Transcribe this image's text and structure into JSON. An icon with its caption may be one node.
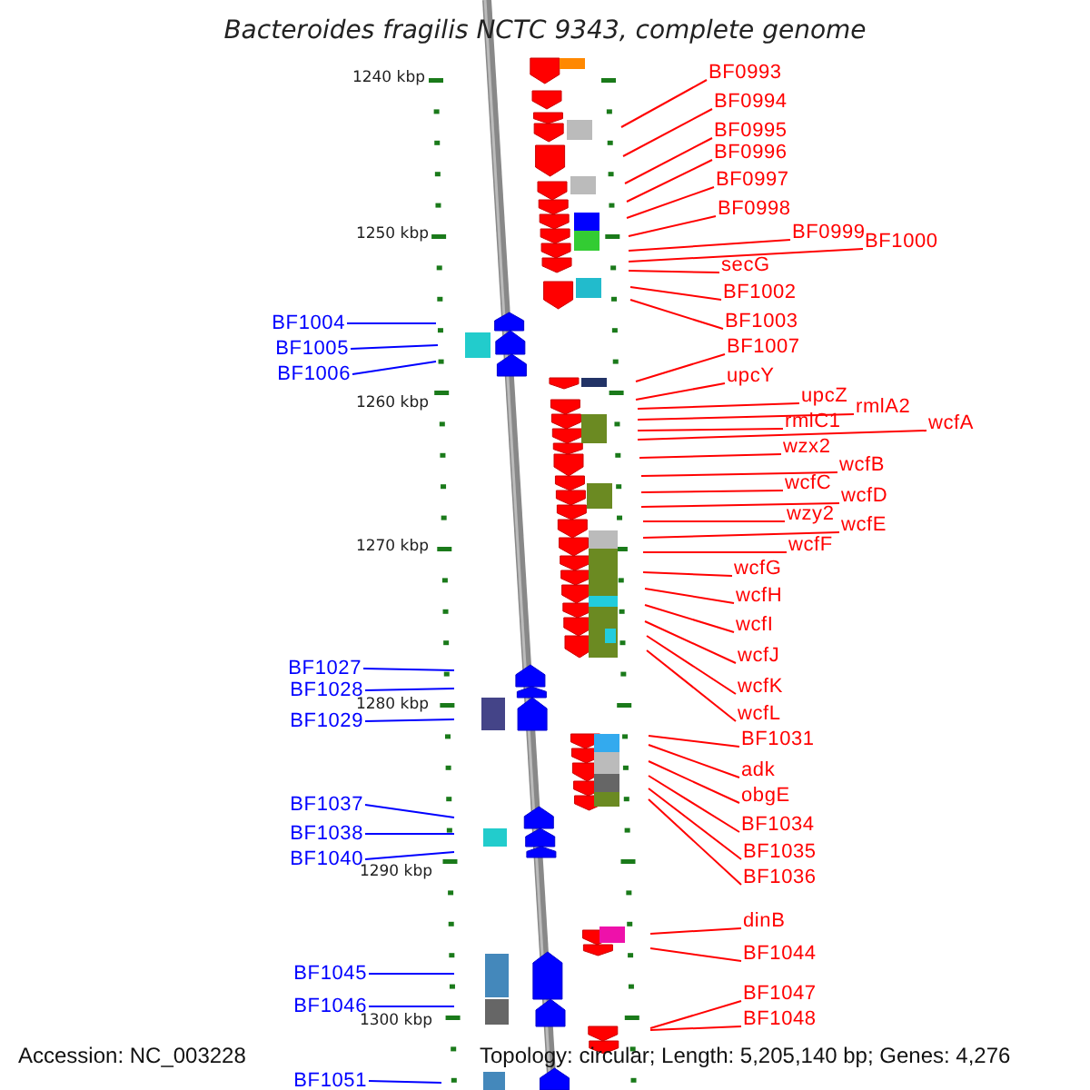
{
  "diagram": {
    "title": "Bacteroides fragilis NCTC 9343, complete genome",
    "nodes": [
      {
        "text": [
          "BF0993"
        ]
      },
      {
        "text": [
          "BF0994"
        ]
      },
      {
        "text": [
          "BF0995"
        ]
      },
      {
        "text": [
          "BF0996"
        ]
      },
      {
        "text": [
          "BF0997"
        ]
      },
      {
        "text": [
          "BF0998"
        ]
      },
      {
        "text": [
          "BF0999"
        ]
      },
      {
        "text": [
          "BF1000"
        ]
      },
      {
        "text": [
          "secG"
        ]
      },
      {
        "text": [
          "BF1002"
        ]
      },
      {
        "text": [
          "BF1003"
        ]
      },
      {
        "text": [
          "BF1004"
        ]
      },
      {
        "text": [
          "BF1007"
        ]
      },
      {
        "text": [
          "BF1005"
        ]
      },
      {
        "text": [
          "BF1006"
        ]
      },
      {
        "text": [
          "upcY"
        ]
      },
      {
        "text": [
          "upcZ"
        ]
      },
      {
        "text": [
          "rmlA2"
        ]
      },
      {
        "text": [
          "rmlC1"
        ]
      },
      {
        "text": [
          "wcfA"
        ]
      },
      {
        "text": [
          "wzx2"
        ]
      },
      {
        "text": [
          "wcfB"
        ]
      },
      {
        "text": [
          "wcfC"
        ]
      },
      {
        "text": [
          "wcfD"
        ]
      },
      {
        "text": [
          "wzy2"
        ]
      },
      {
        "text": [
          "wcfE"
        ]
      },
      {
        "text": [
          "wcfF"
        ]
      },
      {
        "text": [
          "wcfG"
        ]
      },
      {
        "text": [
          "wcfH"
        ]
      },
      {
        "text": [
          "wcfI"
        ]
      },
      {
        "text": [
          "wcfJ"
        ]
      },
      {
        "text": [
          "BF1027"
        ]
      },
      {
        "text": [
          "wcfK"
        ]
      },
      {
        "text": [
          "BF1028"
        ]
      },
      {
        "text": [
          "wcfL"
        ]
      },
      {
        "text": [
          "BF1029"
        ]
      },
      {
        "text": [
          "BF1031"
        ]
      },
      {
        "text": [
          "adk"
        ]
      },
      {
        "text": [
          "obgE"
        ]
      },
      {
        "text": [
          "BF1037"
        ]
      },
      {
        "text": [
          "BF1034"
        ]
      },
      {
        "text": [
          "BF1038"
        ]
      },
      {
        "text": [
          "BF1035"
        ]
      },
      {
        "text": [
          "BF1040"
        ]
      },
      {
        "text": [
          "BF1036"
        ]
      },
      {
        "text": [
          "dinB"
        ]
      },
      {
        "text": [
          "BF1044"
        ]
      },
      {
        "text": [
          "BF1045"
        ]
      },
      {
        "text": [
          "BF1047"
        ]
      },
      {
        "text": [
          "BF1046"
        ]
      },
      {
        "text": [
          "BF1048"
        ]
      },
      {
        "text": [
          "BF1051"
        ]
      }
    ],
    "edges": [
      {
        "from": 0,
        "to": null,
        "arrow": "none"
      },
      {
        "from": 1,
        "to": null,
        "arrow": "none"
      },
      {
        "from": 2,
        "to": null,
        "arrow": "none"
      },
      {
        "from": 3,
        "to": null,
        "arrow": "none"
      },
      {
        "from": 4,
        "to": null,
        "arrow": "none"
      },
      {
        "from": 5,
        "to": null,
        "arrow": "none"
      },
      {
        "from": 6,
        "to": null,
        "arrow": "none"
      },
      {
        "from": 7,
        "to": null,
        "arrow": "none"
      },
      {
        "from": 8,
        "to": null,
        "arrow": "none"
      },
      {
        "from": 9,
        "to": null,
        "arrow": "none"
      },
      {
        "from": 10,
        "to": null,
        "arrow": "none"
      },
      {
        "from": 11,
        "to": null,
        "arrow": "none",
        "color": "#0000ff"
      },
      {
        "from": 12,
        "to": null,
        "arrow": "none"
      },
      {
        "from": 13,
        "to": null,
        "arrow": "none",
        "color": "#0000ff"
      },
      {
        "from": 14,
        "to": null,
        "arrow": "none",
        "color": "#0000ff"
      },
      {
        "from": 15,
        "to": null,
        "arrow": "none"
      },
      {
        "from": 16,
        "to": null,
        "arrow": "none"
      },
      {
        "from": 17,
        "to": null,
        "arrow": "none"
      },
      {
        "from": 18,
        "to": null,
        "arrow": "none"
      },
      {
        "from": 19,
        "to": null,
        "arrow": "none"
      },
      {
        "from": 20,
        "to": null,
        "arrow": "none"
      },
      {
        "from": 21,
        "to": null,
        "arrow": "none"
      },
      {
        "from": 22,
        "to": null,
        "arrow": "none"
      },
      {
        "from": 23,
        "to": null,
        "arrow": "none"
      },
      {
        "from": 24,
        "to": null,
        "arrow": "none"
      },
      {
        "from": 25,
        "to": null,
        "arrow": "none"
      },
      {
        "from": 26,
        "to": null,
        "arrow": "none"
      },
      {
        "from": 27,
        "to": null,
        "arrow": "none"
      },
      {
        "from": 28,
        "to": null,
        "arrow": "none"
      },
      {
        "from": 29,
        "to": null,
        "arrow": "none"
      },
      {
        "from": 30,
        "to": null,
        "arrow": "none"
      },
      {
        "from": 31,
        "to": null,
        "arrow": "none",
        "color": "#0000ff"
      },
      {
        "from": 32,
        "to": null,
        "arrow": "none"
      },
      {
        "from": 33,
        "to": null,
        "arrow": "none",
        "color": "#0000ff"
      },
      {
        "from": 34,
        "to": null,
        "arrow": "none"
      },
      {
        "from": 35,
        "to": null,
        "arrow": "none",
        "color": "#0000ff"
      },
      {
        "from": 36,
        "to": null,
        "arrow": "none"
      },
      {
        "from": 37,
        "to": null,
        "arrow": "none"
      },
      {
        "from": 38,
        "to": null,
        "arrow": "none"
      },
      {
        "from": 39,
        "to": null,
        "arrow": "none",
        "color": "#0000ff"
      },
      {
        "from": 40,
        "to": null,
        "arrow": "none"
      },
      {
        "from": 41,
        "to": null,
        "arrow": "none",
        "color": "#0000ff"
      },
      {
        "from": 42,
        "to": null,
        "arrow": "none"
      },
      {
        "from": 43,
        "to": null,
        "arrow": "none",
        "color": "#0000ff"
      },
      {
        "from": 44,
        "to": null,
        "arrow": "none"
      },
      {
        "from": 45,
        "to": null,
        "arrow": "none"
      },
      {
        "from": 46,
        "to": null,
        "arrow": "none"
      },
      {
        "from": 47,
        "to": null,
        "arrow": "none",
        "color": "#0000ff"
      },
      {
        "from": 48,
        "to": null,
        "arrow": "none"
      },
      {
        "from": 49,
        "to": null,
        "arrow": "none",
        "color": "#0000ff"
      },
      {
        "from": 50,
        "to": null,
        "arrow": "none"
      },
      {
        "from": 51,
        "to": null,
        "arrow": "none",
        "color": "#0000ff"
      }
    ],
    "labels": [
      "1240 kbp",
      "1250 kbp",
      "1260 kbp",
      "1270 kbp",
      "1280 kbp",
      "1290 kbp",
      "1300 kbp",
      "Accession: NC_003228",
      "Topology: circular; Length: 5,205,140 bp; Genes: 4,276"
    ]
  }
}
